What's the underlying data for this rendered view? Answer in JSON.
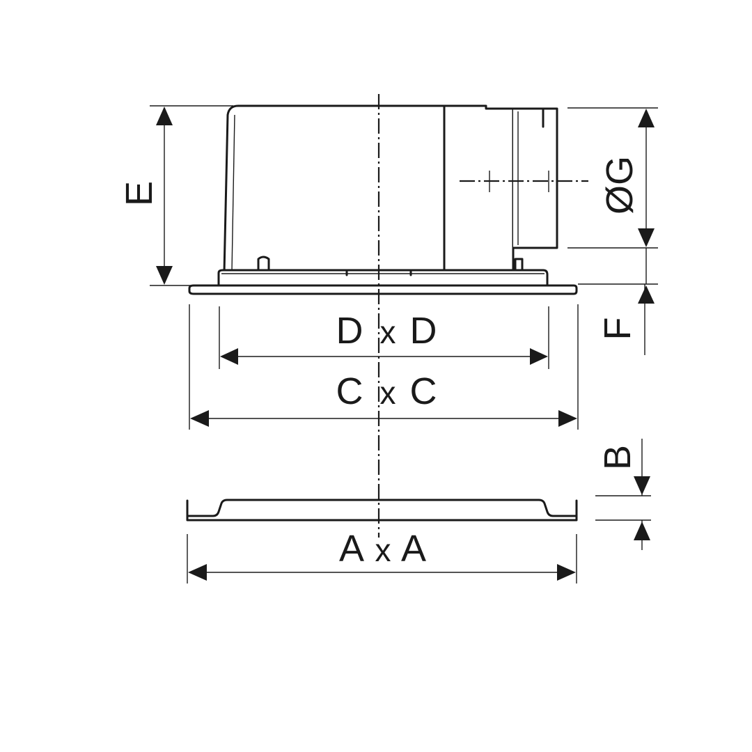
{
  "dimensions": {
    "E": "E",
    "G": "ØG",
    "F": "F",
    "B": "B",
    "D": {
      "left": "D",
      "sep": "x",
      "right": "D"
    },
    "C": {
      "left": "C",
      "sep": "x",
      "right": "C"
    },
    "A": {
      "left": "A",
      "sep": "x",
      "right": "A"
    }
  }
}
